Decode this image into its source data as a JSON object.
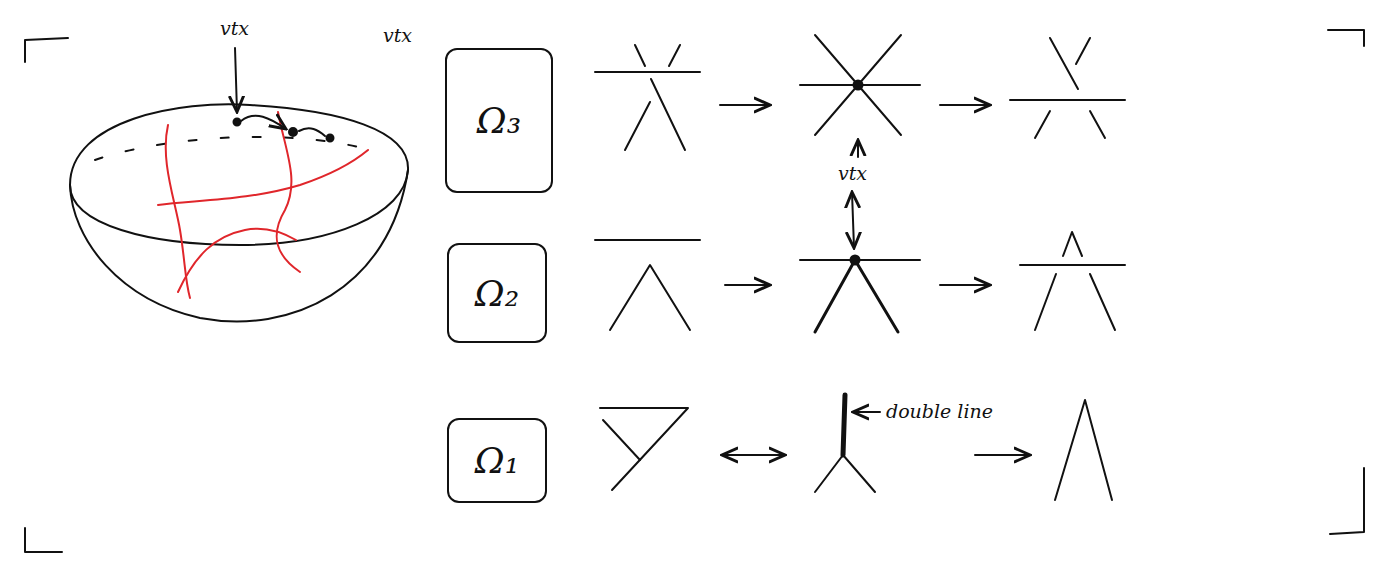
{
  "diagram": {
    "nodes": [
      {
        "text": [
          "Ω₃"
        ]
      },
      {
        "text": [
          "Ω₂"
        ]
      },
      {
        "text": [
          "Ω₁"
        ]
      }
    ],
    "labels": [
      "vtx",
      "vtx",
      "vtx",
      "double line"
    ]
  }
}
